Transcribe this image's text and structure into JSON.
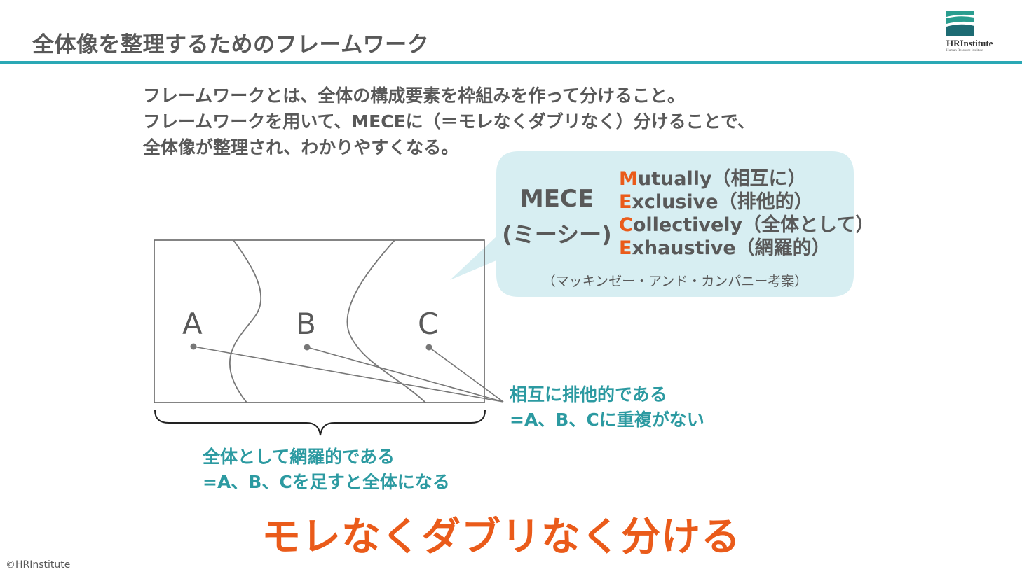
{
  "header": {
    "title": "全体像を整理するためのフレームワーク",
    "logo_name": "HRInstitute",
    "logo_subtitle": "Human Resource Institute"
  },
  "intro": {
    "lines": [
      "フレームワークとは、全体の構成要素を枠組みを作って分けること。",
      "フレームワークを用いて、MECEに（＝モレなくダブリなく）分けることで、",
      "全体像が整理され、わかりやすくなる。"
    ]
  },
  "mece": {
    "word": "MECE",
    "reading": "(ミーシー)",
    "terms": [
      {
        "initial": "M",
        "rest": "utually（相互に）"
      },
      {
        "initial": "E",
        "rest": "xclusive（排他的）"
      },
      {
        "initial": "C",
        "rest": "ollectively（全体として）"
      },
      {
        "initial": "E",
        "rest": "xhaustive（網羅的）"
      }
    ],
    "attribution": "（マッキンゼー・アンド・カンパニー考案）"
  },
  "diagram": {
    "segments": [
      "A",
      "B",
      "C"
    ],
    "exclusive_note": [
      "相互に排他的である",
      "=A、B、Cに重複がない"
    ],
    "exhaustive_note": [
      "全体として網羅的である",
      "=A、B、Cを足すと全体になる"
    ]
  },
  "conclusion": "モレなくダブリなく分ける",
  "footer": {
    "copyright": "©HRInstitute"
  },
  "colors": {
    "accent_orange": "#ea5b1a",
    "teal_text": "#2c9aa1",
    "title_rule": "#2aa8b5",
    "bubble_fill": "#d7eef2",
    "text_gray": "#595959"
  }
}
